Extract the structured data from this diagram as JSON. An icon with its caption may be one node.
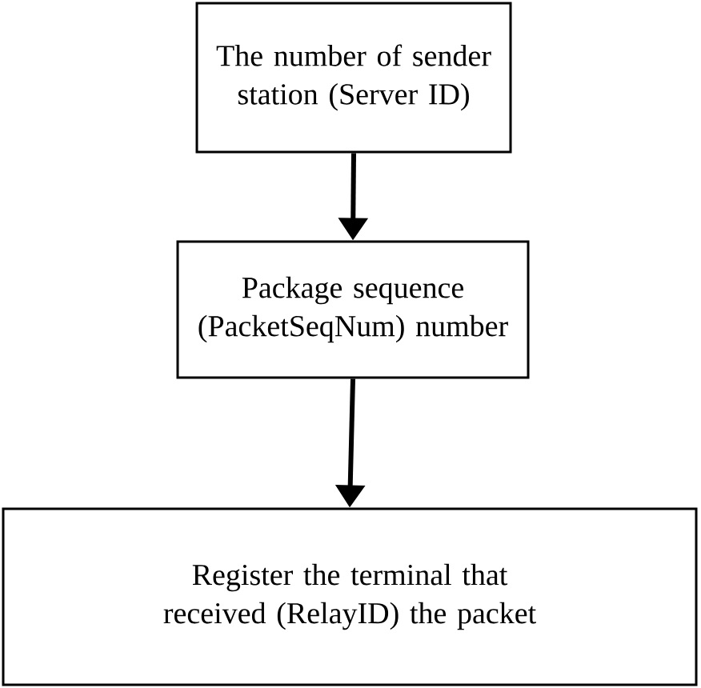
{
  "diagram": {
    "nodes": [
      {
        "text": [
          "The number of sender station (Server ID)"
        ]
      },
      {
        "text": [
          "Package sequence (PacketSeqNum) number"
        ]
      },
      {
        "text": [
          "Register the terminal that received (RelayID) the packet"
        ]
      }
    ],
    "edges": [
      {
        "from": 0,
        "to": 1,
        "arrow": "to"
      },
      {
        "from": 1,
        "to": 2,
        "arrow": "to"
      }
    ]
  }
}
